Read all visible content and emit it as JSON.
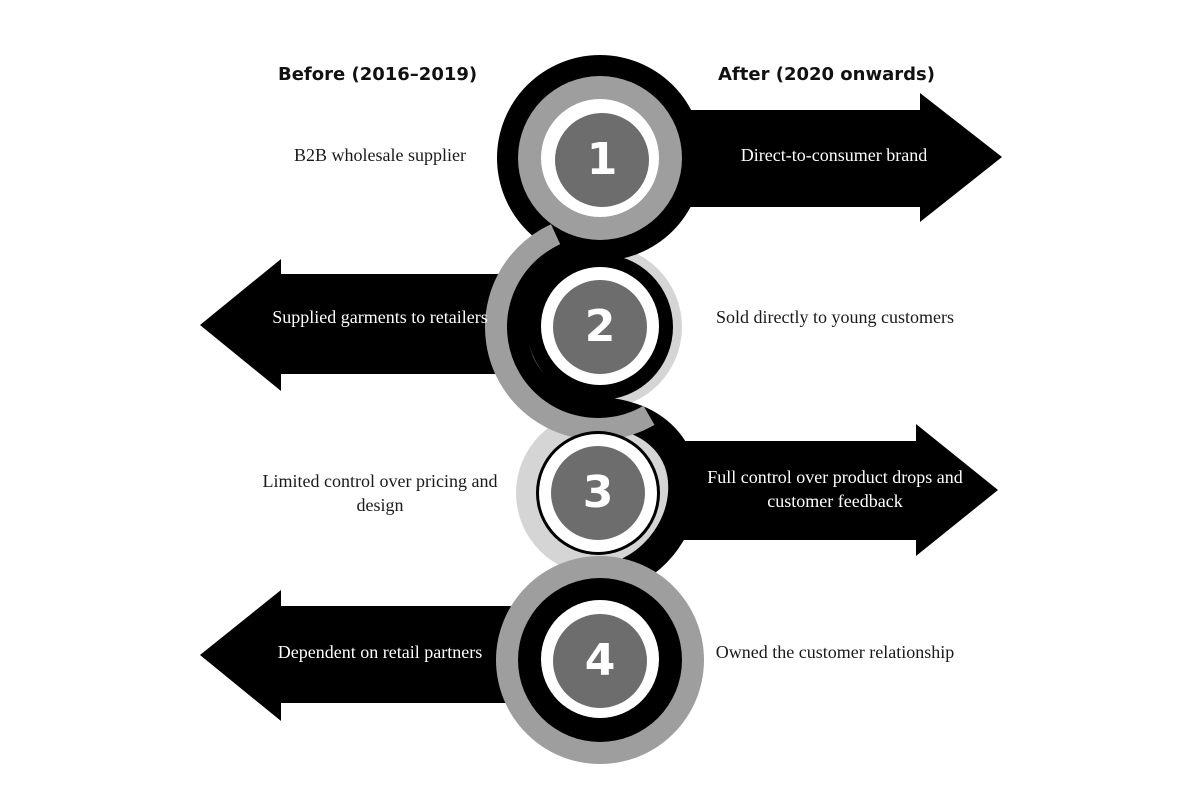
{
  "headers": {
    "before": "Before (2016–2019)",
    "after": "After (2020 onwards)"
  },
  "colors": {
    "arrow": "#000000",
    "inner_circle": "#6d6d6d",
    "ring_dark": "#000000",
    "ring_mid": "#9e9e9e",
    "ring_light": "#d5d5d5"
  },
  "steps": [
    {
      "number": "1",
      "before": "B2B wholesale supplier",
      "after": "Direct-to-consumer brand",
      "arrow_direction": "right"
    },
    {
      "number": "2",
      "before": "Supplied garments to retailers",
      "after": "Sold directly to young customers",
      "arrow_direction": "left"
    },
    {
      "number": "3",
      "before": "Limited control over pricing and design",
      "after": "Full control over product drops and customer feedback",
      "arrow_direction": "right"
    },
    {
      "number": "4",
      "before": "Dependent on retail partners",
      "after": "Owned the customer relationship",
      "arrow_direction": "left"
    }
  ]
}
